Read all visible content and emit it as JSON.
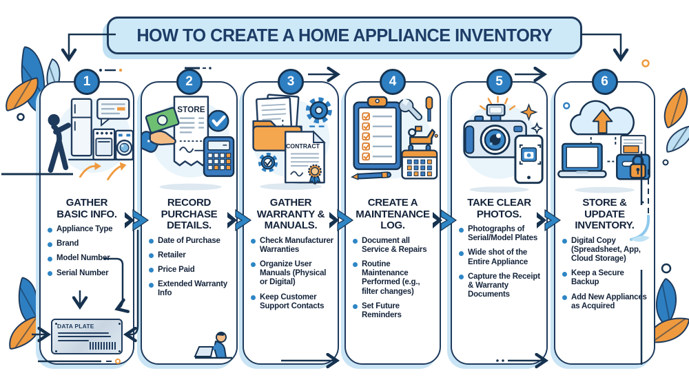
{
  "title": "HOW TO CREATE A HOME APPLIANCE INVENTORY",
  "colors": {
    "navy": "#1e3a5c",
    "blue": "#2e7fc2",
    "light_blue": "#cde9f8",
    "pale_blue": "#eaf4fb",
    "orange": "#ef9a3f",
    "shadow_blue": "#bfe0f2",
    "text": "#14233a",
    "money_green": "#6fbf73"
  },
  "steps": [
    {
      "number": "1",
      "heading": "GATHER BASIC INFO.",
      "bullets": [
        "Appliance Type",
        "Brand",
        "Model Number",
        "Serial Number"
      ],
      "icons": [
        "person-icon",
        "refrigerator-icon",
        "speech-bubble-icon",
        "stove-icon",
        "washing-machine-icon",
        "barcode-icon"
      ],
      "plate_label": "DATA PLATE"
    },
    {
      "number": "2",
      "heading": "RECORD PURCHASE DETAILS.",
      "bullets": [
        "Date of Purchase",
        "Retailer",
        "Price Paid",
        "Extended Warranty Info"
      ],
      "icons": [
        "money-hand-icon",
        "receipt-icon",
        "check-circle-icon",
        "calculator-icon",
        "person-laptop-icon"
      ],
      "receipt_label": "STORE"
    },
    {
      "number": "3",
      "heading": "GATHER WARRANTY & MANUALS.",
      "bullets": [
        "Check Manufacturer Warranties",
        "Organize User Manuals (Physical or Digital)",
        "Keep Customer Support Contacts"
      ],
      "icons": [
        "folder-icon",
        "gear-icon",
        "contract-icon",
        "seal-icon",
        "gear-check-icon"
      ],
      "contract_label": "CONTRACT"
    },
    {
      "number": "4",
      "heading": "CREATE A MAINTENANCE LOG.",
      "bullets": [
        "Document all Service & Repairs",
        "Routine Maintenance Performed (e.g., filter changes)",
        "Set Future Reminders"
      ],
      "icons": [
        "clipboard-checklist-icon",
        "wrench-icon",
        "screwdriver-icon",
        "oil-can-icon",
        "calendar-icon",
        "pen-icon"
      ]
    },
    {
      "number": "5",
      "heading": "TAKE CLEAR PHOTOS.",
      "bullets": [
        "Photographs of Serial/Model Plates",
        "Wide shot of the Entire Appliance",
        "Capture the Receipt & Warranty Documents"
      ],
      "icons": [
        "camera-icon",
        "flash-icon",
        "smartphone-icon",
        "sparkle-icon"
      ]
    },
    {
      "number": "6",
      "heading": "STORE & UPDATE INVENTORY.",
      "bullets": [
        "Digital Copy (Spreadsheet, App, Cloud Storage)",
        "Keep a Secure Backup",
        "Add New Appliances as Acquired"
      ],
      "icons": [
        "cloud-upload-icon",
        "laptop-icon",
        "secure-archive-icon",
        "lock-icon"
      ]
    }
  ]
}
